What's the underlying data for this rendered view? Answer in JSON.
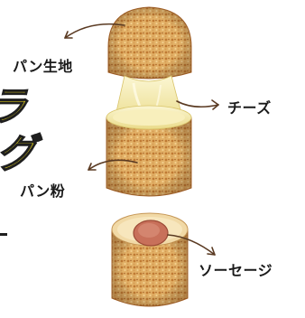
{
  "banner": {
    "line1": "ラ",
    "line2": "グ"
  },
  "labels": {
    "pan_dough": "パン生地",
    "cheese": "チーズ",
    "panko": "パン粉",
    "sausage": "ソーセージ"
  },
  "colors": {
    "breading_light": "#e2b066",
    "breading_dark": "#b8712c",
    "cheese": "#f3e8a6",
    "sausage": "#c8705a",
    "banner_fill": "#f5e21a",
    "arrow": "#5a3a22"
  },
  "icons": {
    "arrow": "curved-arrow"
  }
}
